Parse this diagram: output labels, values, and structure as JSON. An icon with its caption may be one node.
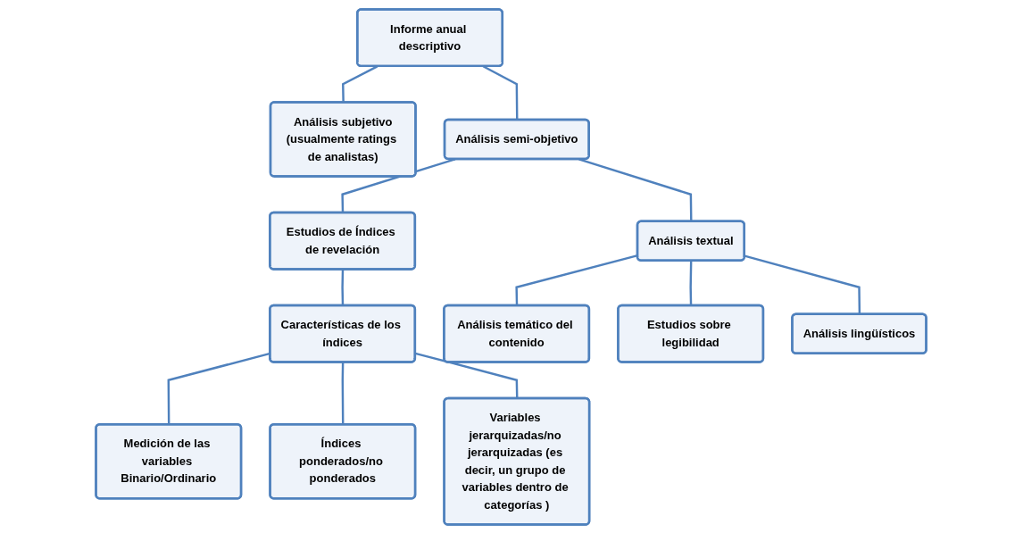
{
  "diagram": {
    "nodes": [
      {
        "text": [
          "Informe anual descriptivo"
        ]
      },
      {
        "text": [
          "Análisis subjetivo",
          "(usualmente ratings de analistas)"
        ]
      },
      {
        "text": [
          "Análisis semi-objetivo"
        ]
      },
      {
        "text": [
          "Estudios de Índices de revelación"
        ]
      },
      {
        "text": [
          "Análisis textual"
        ]
      },
      {
        "text": [
          "Características de los índices"
        ]
      },
      {
        "text": [
          "Medición de las variables Binario/Ordinario"
        ]
      },
      {
        "text": [
          "Índices ponderados/no ponderados"
        ]
      },
      {
        "text": [
          "Variables jerarquizadas/no jerarquizadas (es decir, un grupo de variables dentro de categorías )"
        ]
      },
      {
        "text": [
          "Análisis temático del contenido"
        ]
      },
      {
        "text": [
          "Estudios sobre legibilidad"
        ]
      },
      {
        "text": [
          "Análisis lingüísticos"
        ]
      }
    ],
    "edges": [
      {
        "from": 0,
        "to": 1,
        "arrow": "none"
      },
      {
        "from": 0,
        "to": 2,
        "arrow": "none"
      },
      {
        "from": 2,
        "to": 3,
        "arrow": "none"
      },
      {
        "from": 2,
        "to": 4,
        "arrow": "none"
      },
      {
        "from": 3,
        "to": 5,
        "arrow": "none"
      },
      {
        "from": 5,
        "to": 6,
        "arrow": "none"
      },
      {
        "from": 5,
        "to": 7,
        "arrow": "none"
      },
      {
        "from": 5,
        "to": 8,
        "arrow": "none"
      },
      {
        "from": 4,
        "to": 9,
        "arrow": "none"
      },
      {
        "from": 4,
        "to": 10,
        "arrow": "none"
      },
      {
        "from": 4,
        "to": 11,
        "arrow": "none"
      }
    ]
  }
}
